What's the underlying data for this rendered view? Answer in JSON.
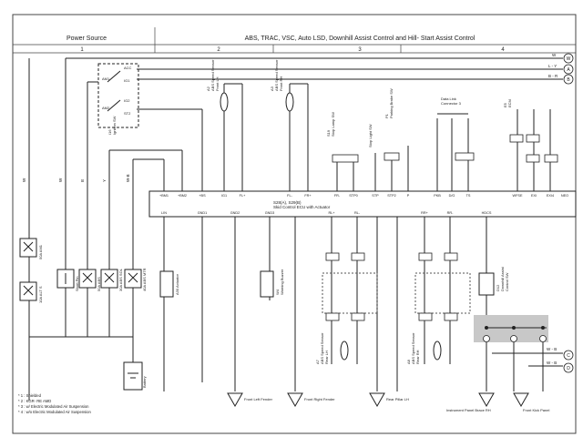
{
  "header": {
    "left_title": "Power Source",
    "right_title": "ABS, TRAC, VSC, Auto LSD, Downhill Assist Control and Hill- Start Assist Control",
    "columns": [
      "1",
      "2",
      "3",
      "4"
    ]
  },
  "right_connectors": [
    {
      "id": "W",
      "wire": "W"
    },
    {
      "id": "A",
      "wire": "L - Y"
    },
    {
      "id": "B",
      "wire": "B - R"
    },
    {
      "id": "C",
      "wire": "W - B"
    },
    {
      "id": "D",
      "wire": "W - B"
    }
  ],
  "power": {
    "ignition_switch": {
      "label": "I16\nIgnition SW",
      "pins": [
        "AM1",
        "AM2",
        "ACC",
        "IG1",
        "IG2",
        "ST2"
      ]
    },
    "fuses": [
      {
        "name": "50A AM1",
        "wire": "W"
      },
      {
        "name": "10A ALT S",
        "wire": "W"
      },
      {
        "name": "Short Pin",
        "wire": "B"
      },
      {
        "name": "50A ABS",
        "wire": "B"
      },
      {
        "name": "30A ABS SOL",
        "wire": "Y"
      },
      {
        "name": "40A ABS MTR",
        "wire": "W-B"
      }
    ],
    "battery": "Battery"
  },
  "ecu": {
    "name": "S28(A), S29(B)\nSkid Control ECU with Actuator",
    "top_pins": [
      "+BM1",
      "+BM2",
      "+BS",
      "IG1",
      "FL+",
      "FL-",
      "FR+",
      "FR-",
      "STP0",
      "STP",
      "STP2",
      "P",
      "PKB",
      "D/G",
      "TS",
      "WFSE",
      "EXI",
      "EXI4",
      "NEO"
    ],
    "bottom_pins": [
      "LIN",
      "GND1",
      "GND2",
      "GND3",
      "RL+",
      "RL-",
      "RR+",
      "RR-",
      "HDCS"
    ]
  },
  "components": [
    {
      "id": "A2",
      "label": "A2\nABS Speed Sensor\nFront LH"
    },
    {
      "id": "A3",
      "label": "A3\nABS Speed Sensor\nFront RH"
    },
    {
      "id": "S19",
      "label": "S19\nStop Lamp SW"
    },
    {
      "id": "S23",
      "label": "Stop Light SW"
    },
    {
      "id": "P1",
      "label": "P1\nParking Brake SW"
    },
    {
      "id": "D3",
      "label": "Data Link\nConnector 3"
    },
    {
      "id": "E5",
      "label": "E5\nECM"
    },
    {
      "id": "A7",
      "label": "A7\nABS Speed Sensor\nRear LH"
    },
    {
      "id": "A8",
      "label": "A8\nABS Speed Sensor\nRear RH"
    },
    {
      "id": "D12",
      "label": "D12\nDownhill Assist\nControl SW"
    },
    {
      "id": "W4",
      "label": "W4\nWarning Buzzer"
    },
    {
      "id": "A30",
      "label": "A30 Actuator"
    }
  ],
  "grounds": [
    {
      "id": "EA",
      "label": "Front Left Fender"
    },
    {
      "id": "EB",
      "label": "Front Right Fender"
    },
    {
      "id": "BL",
      "label": "Rear Pillar LH"
    },
    {
      "id": "IE",
      "label": "Instrument Panel Brace RH"
    },
    {
      "id": "IJ",
      "label": "Front Kick Panel"
    }
  ],
  "notes": [
    "* 1 : Shielded",
    "* 2 : KGR- RE AMD",
    "* 3 : w/ Electric Modulated Air Suspension",
    "* 4 : w/o Electric Modulated Air Suspension"
  ],
  "colors": {
    "line": "#222222",
    "shade": "#c8c8c8",
    "frame": "#444444"
  }
}
